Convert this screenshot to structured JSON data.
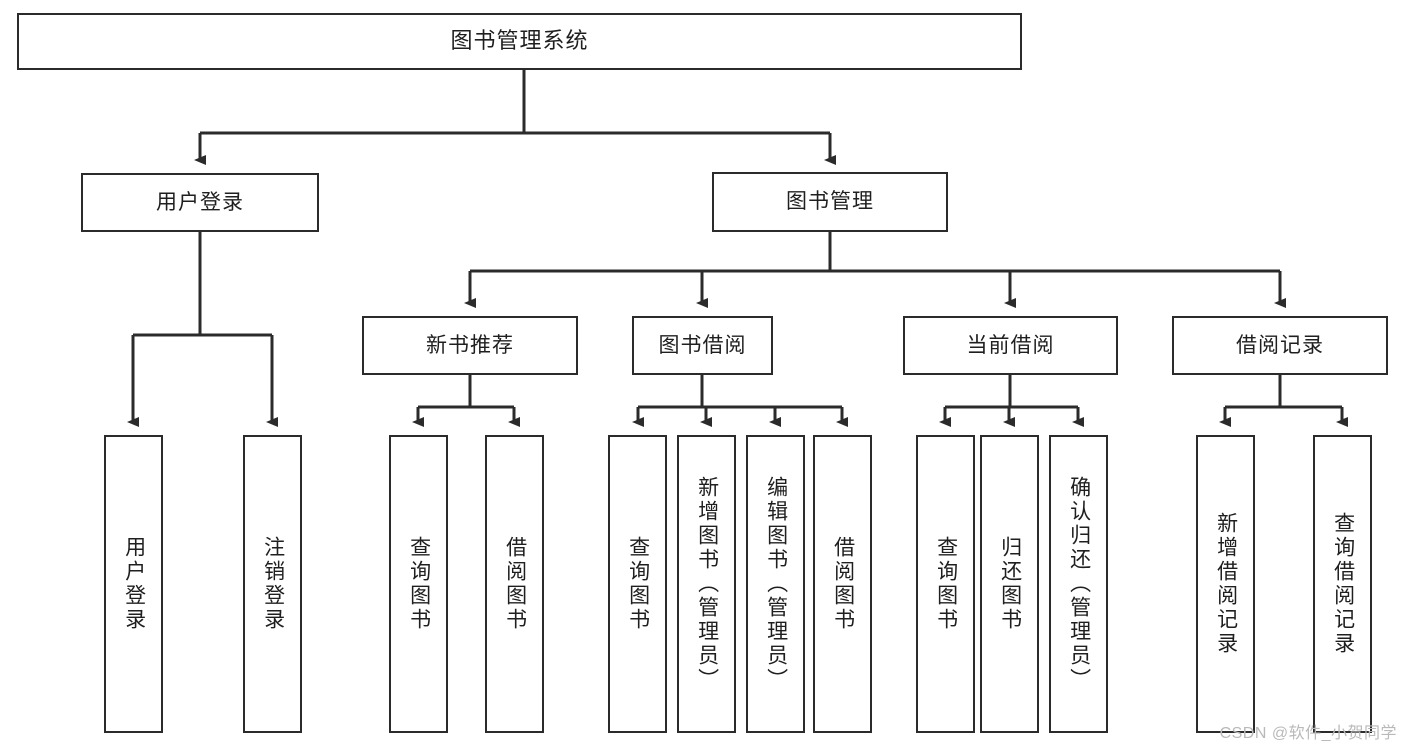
{
  "diagram": {
    "type": "tree",
    "title": "图书管理系统",
    "orientation": "top-down",
    "colors": {
      "box_border": "#2b2b2b",
      "box_fill": "#ffffff",
      "connector": "#2b2b2b",
      "text": "#1f1f1f",
      "watermark": "#b9b9b9",
      "background": "#ffffff"
    }
  },
  "root": {
    "label": "图书管理系统"
  },
  "level2": [
    {
      "label": "用户登录"
    },
    {
      "label": "图书管理"
    }
  ],
  "level3": [
    {
      "label": "新书推荐"
    },
    {
      "label": "图书借阅"
    },
    {
      "label": "当前借阅"
    },
    {
      "label": "借阅记录"
    }
  ],
  "leaves": {
    "user_login": [
      {
        "label": "用户登录"
      },
      {
        "label": "注销登录"
      }
    ],
    "new_book_recommend": [
      {
        "label": "查询图书"
      },
      {
        "label": "借阅图书"
      }
    ],
    "book_borrow": [
      {
        "label": "查询图书"
      },
      {
        "label": "新增图书（管理员）"
      },
      {
        "label": "编辑图书（管理员）"
      },
      {
        "label": "借阅图书"
      }
    ],
    "current_borrow": [
      {
        "label": "查询图书"
      },
      {
        "label": "归还图书"
      },
      {
        "label": "确认归还（管理员）"
      }
    ],
    "borrow_records": [
      {
        "label": "新增借阅记录"
      },
      {
        "label": "查询借阅记录"
      }
    ]
  },
  "watermark": {
    "text": "CSDN @软件_小贺同学"
  }
}
